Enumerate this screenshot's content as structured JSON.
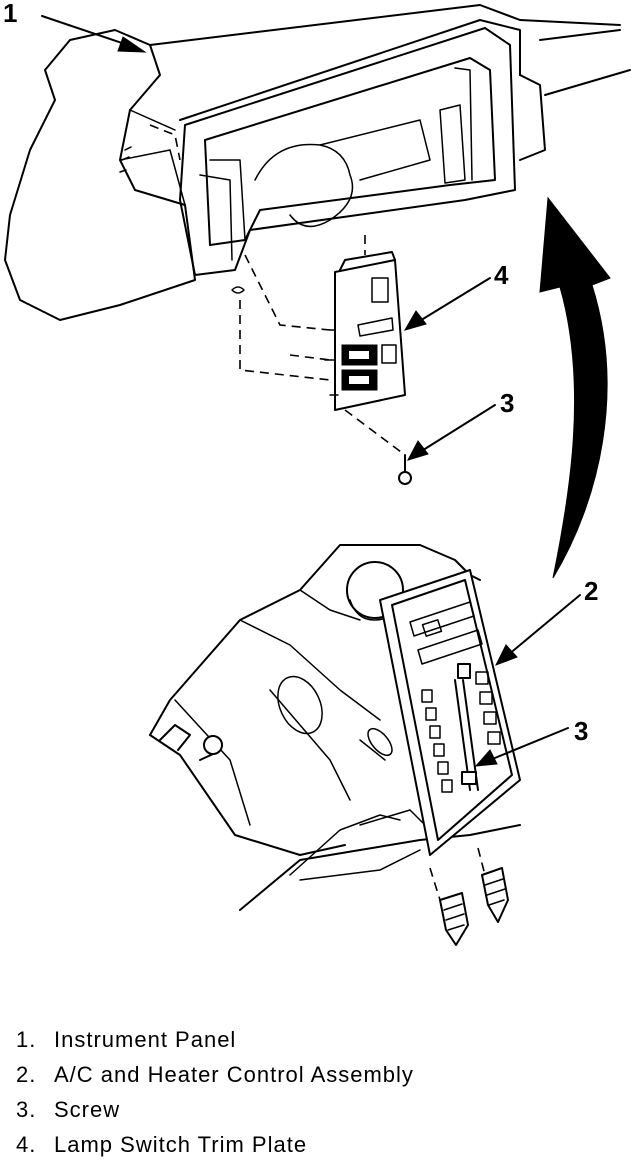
{
  "callouts": {
    "c1": "1",
    "c2": "2",
    "c3_upper": "3",
    "c3_lower": "3",
    "c4": "4"
  },
  "legend": [
    {
      "num": "1.",
      "label": "Instrument Panel"
    },
    {
      "num": "2.",
      "label": "A/C and Heater Control Assembly"
    },
    {
      "num": "3.",
      "label": "Screw"
    },
    {
      "num": "4.",
      "label": "Lamp Switch Trim Plate"
    }
  ]
}
